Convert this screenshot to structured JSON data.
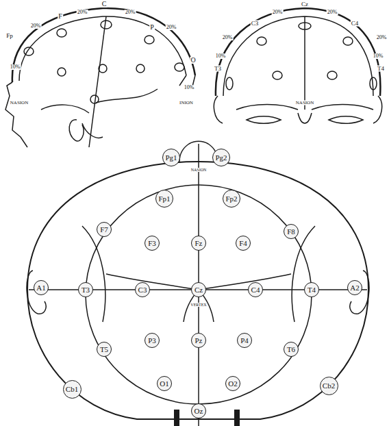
{
  "diagram": {
    "nodes": [
      {
        "text": [
          "Pg1"
        ]
      },
      {
        "text": [
          "Pg2"
        ]
      },
      {
        "text": [
          "Fp1"
        ]
      },
      {
        "text": [
          "Fp2"
        ]
      },
      {
        "text": [
          "F7"
        ]
      },
      {
        "text": [
          "F3"
        ]
      },
      {
        "text": [
          "Fz"
        ]
      },
      {
        "text": [
          "F4"
        ]
      },
      {
        "text": [
          "F8"
        ]
      },
      {
        "text": [
          "A1"
        ]
      },
      {
        "text": [
          "T3"
        ]
      },
      {
        "text": [
          "C3"
        ]
      },
      {
        "text": [
          "Cz"
        ]
      },
      {
        "text": [
          "C4"
        ]
      },
      {
        "text": [
          "T4"
        ]
      },
      {
        "text": [
          "A2"
        ]
      },
      {
        "text": [
          "T5"
        ]
      },
      {
        "text": [
          "P3"
        ]
      },
      {
        "text": [
          "Pz"
        ]
      },
      {
        "text": [
          "P4"
        ]
      },
      {
        "text": [
          "T6"
        ]
      },
      {
        "text": [
          "Cb1"
        ]
      },
      {
        "text": [
          "Cb2"
        ]
      },
      {
        "text": [
          "O1"
        ]
      },
      {
        "text": [
          "Oz"
        ]
      },
      {
        "text": [
          "O2"
        ]
      }
    ],
    "labels": [
      "Fp",
      "F",
      "C",
      "P",
      "O",
      "20%",
      "20%",
      "20%",
      "20%",
      "10%",
      "10%",
      "NASION",
      "INION",
      "Cz",
      "C3",
      "C4",
      "T3",
      "T4",
      "20%",
      "20%",
      "20%",
      "20%",
      "10%",
      "10%",
      "NASION",
      "NASION",
      "VERTEX"
    ]
  }
}
